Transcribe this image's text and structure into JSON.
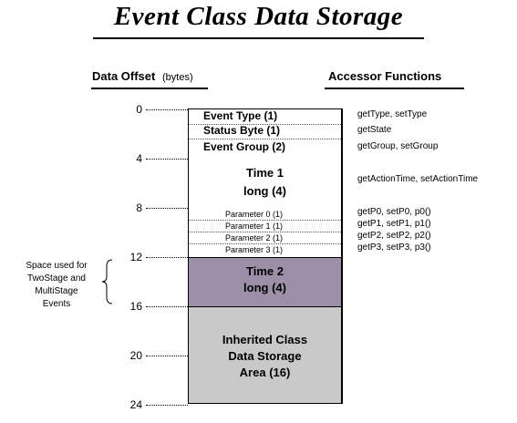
{
  "title": "Event Class Data Storage",
  "headers": {
    "offset": "Data Offset",
    "offset_unit": "(bytes)",
    "accessors": "Accessor Functions"
  },
  "offsets": [
    "0",
    "4",
    "8",
    "12",
    "16",
    "20",
    "24"
  ],
  "fields": {
    "event_type": "Event Type (1)",
    "status_byte": "Status Byte (1)",
    "event_group": "Event Group (2)",
    "time1_line1": "Time 1",
    "time1_line2": "long (4)",
    "param0": "Parameter 0 (1)",
    "param1": "Parameter 1 (1)",
    "param2": "Parameter 2 (1)",
    "param3": "Parameter 3 (1)",
    "time2_line1": "Time 2",
    "time2_line2": "long (4)",
    "inherited_line1": "Inherited Class",
    "inherited_line2": "Data Storage",
    "inherited_line3": "Area (16)"
  },
  "accessors": {
    "event_type": "getType, setType",
    "status_byte": "getState",
    "event_group": "getGroup, setGroup",
    "time1": "getActionTime, setActionTime",
    "param0": "getP0, setP0, p0()",
    "param1": "getP1, setP1, p1()",
    "param2": "getP2, setP2, p2()",
    "param3": "getP3, setP3, p3()"
  },
  "side_note": [
    "Space used for",
    "TwoStage and",
    "MultiStage",
    "Events"
  ],
  "colors": {
    "time2_band": "#9e8fa8",
    "inherited_band": "#c9c9c9",
    "top_band": "#ffffff"
  }
}
